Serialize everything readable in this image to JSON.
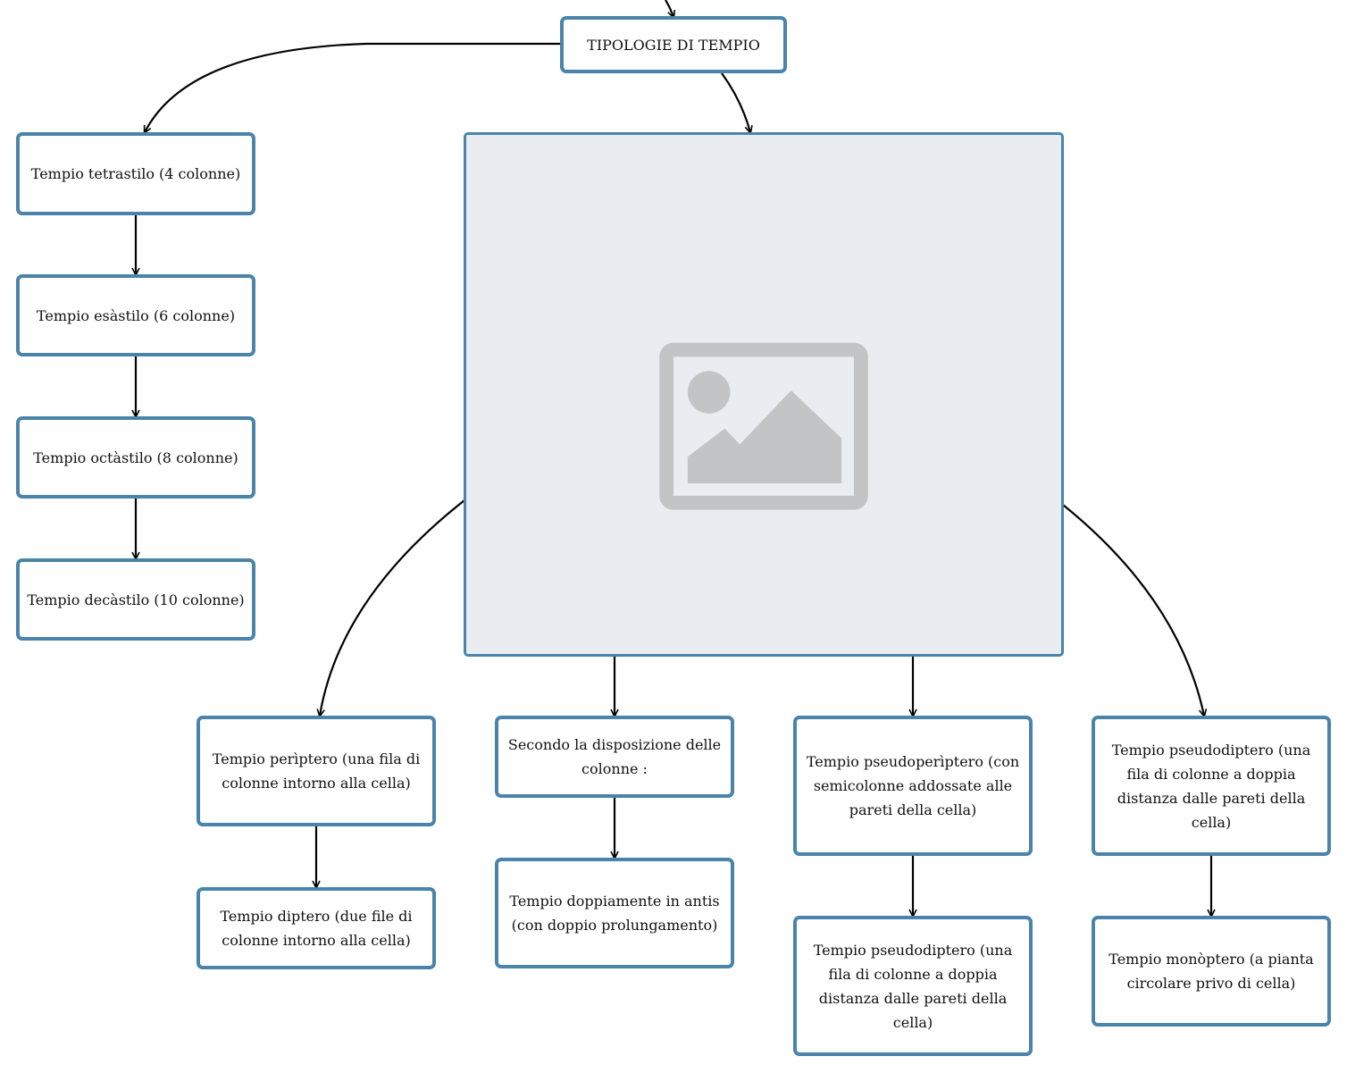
{
  "diagram": {
    "root": {
      "label": "TIPOLOGIE DI TEMPIO"
    },
    "image_placeholder": {
      "icon": "image-icon"
    },
    "nodes": {
      "tetrastilo": "Tempio tetrastilo (4 colonne)",
      "esastilo": "Tempio esàstilo (6 colonne)",
      "octastilo": "Tempio octàstilo (8 colonne)",
      "decastilo": "Tempio decàstilo (10 colonne)",
      "periptero": "Tempio perìptero (una fila di colonne intorno alla cella)",
      "diptero": "Tempio diptero (due file di colonne intorno alla cella)",
      "disposizione": "Secondo la disposizione delle colonne :",
      "doppiamente": "Tempio doppiamente in antis (con doppio prolungamento)",
      "pseudoperiptero": "Tempio pseudoperìptero (con semicolonne addossate alle pareti della cella)",
      "pseudodiptero_a": "Tempio pseudodiptero (una fila di colonne a doppia distanza dalle pareti della cella)",
      "pseudodiptero_b": "Tempio pseudodiptero (una fila di colonne a doppia distanza dalle pareti della cella)",
      "monoptero": "Tempio monòptero (a pianta circolare privo di cella)"
    },
    "colors": {
      "node_border": "#4a84aa",
      "image_bg": "#e9edf1",
      "image_icon": "#c2c4c5",
      "link": "#000000"
    }
  }
}
